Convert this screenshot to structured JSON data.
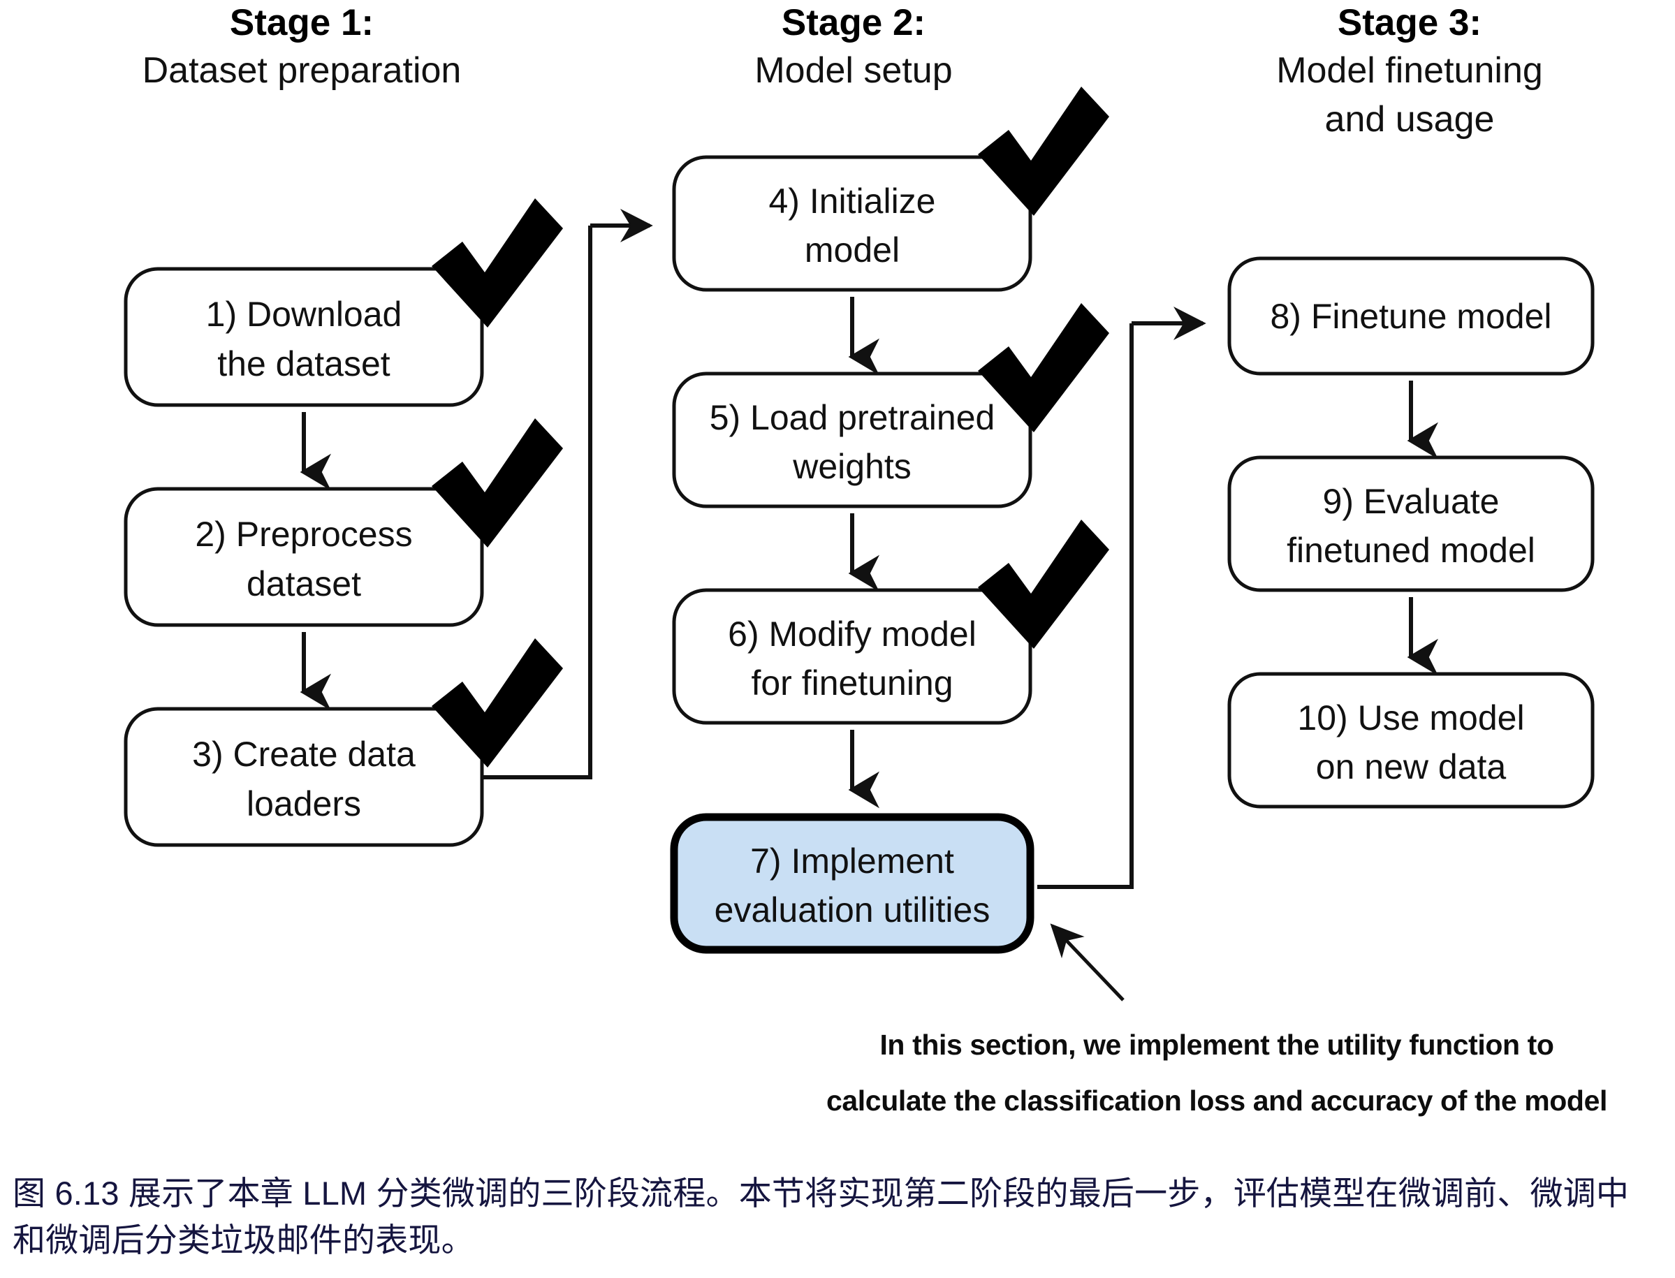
{
  "figure": {
    "stages": [
      {
        "id": "stage-1",
        "title": "Stage 1:",
        "subtitle": "Dataset preparation",
        "steps": [
          {
            "id": "step-1",
            "line1": "1) Download",
            "line2": "the dataset",
            "checked": true,
            "highlighted": false
          },
          {
            "id": "step-2",
            "line1": "2) Preprocess",
            "line2": "dataset",
            "checked": true,
            "highlighted": false
          },
          {
            "id": "step-3",
            "line1": "3) Create data",
            "line2": "loaders",
            "checked": true,
            "highlighted": false
          }
        ]
      },
      {
        "id": "stage-2",
        "title": "Stage 2:",
        "subtitle": "Model setup",
        "steps": [
          {
            "id": "step-4",
            "line1": "4) Initialize",
            "line2": "model",
            "checked": true,
            "highlighted": false
          },
          {
            "id": "step-5",
            "line1": "5) Load pretrained",
            "line2": "weights",
            "checked": true,
            "highlighted": false
          },
          {
            "id": "step-6",
            "line1": "6) Modify model",
            "line2": "for finetuning",
            "checked": true,
            "highlighted": false
          },
          {
            "id": "step-7",
            "line1": "7) Implement",
            "line2": "evaluation utilities",
            "checked": false,
            "highlighted": true
          }
        ]
      },
      {
        "id": "stage-3",
        "title": "Stage 3:",
        "subtitle_line1": "Model finetuning",
        "subtitle_line2": "and usage",
        "steps": [
          {
            "id": "step-8",
            "line1": "8) Finetune model",
            "line2": "",
            "checked": false,
            "highlighted": false
          },
          {
            "id": "step-9",
            "line1": "9) Evaluate",
            "line2": "finetuned model",
            "checked": false,
            "highlighted": false
          },
          {
            "id": "step-10",
            "line1": "10) Use model",
            "line2": "on new data",
            "checked": false,
            "highlighted": false
          }
        ]
      }
    ],
    "callout": {
      "line1": "In this section, we implement the utility function to",
      "line2": "calculate the classification loss and accuracy of the model"
    },
    "colors": {
      "highlight_fill": "#c9dff4",
      "stroke": "#111111",
      "caption_text": "#15153f"
    }
  },
  "caption": {
    "text": "图 6.13 展示了本章 LLM 分类微调的三阶段流程。本节将实现第二阶段的最后一步，评估模型在微调前、微调中和微调后分类垃圾邮件的表现。"
  }
}
